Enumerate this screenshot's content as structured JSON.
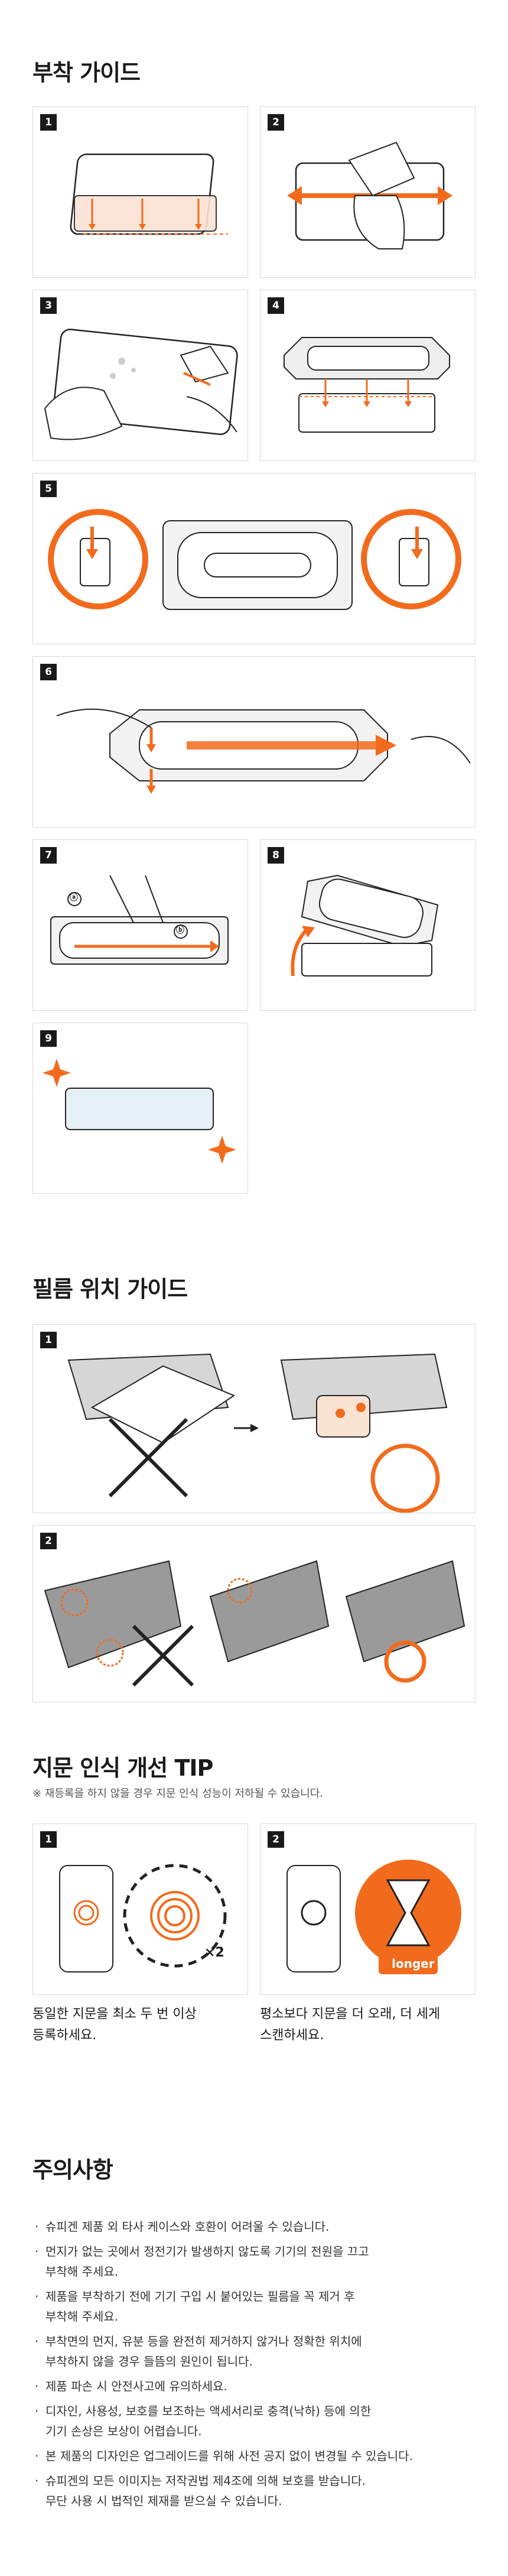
{
  "sections": {
    "attach_title": "부착 가이드",
    "position_title": "필름 위치 가이드",
    "fingerprint_title": "지문 인식 개선 TIP",
    "fingerprint_note": "※ 재등록을 하지 않을 경우 지문 인식 성능이 저하될 수 있습니다.",
    "caution_title": "주의사항"
  },
  "attach_steps": [
    "1",
    "2",
    "3",
    "4",
    "5",
    "6",
    "7",
    "8",
    "9"
  ],
  "step7_labels": {
    "a": "ⓐ",
    "b": "ⓑ"
  },
  "position_steps": [
    "1",
    "2"
  ],
  "fingerprint_steps": [
    "1",
    "2"
  ],
  "fingerprint_badges": {
    "x2": "×2",
    "longer": "longer"
  },
  "fingerprint_captions": [
    "동일한 지문을 최소 두 번 이상\n등록하세요.",
    "평소보다 지문을 더 오래, 더 세게\n스캔하세요."
  ],
  "cautions": [
    "슈피겐 제품 외 타사 케이스와 호환이 어려울 수 있습니다.",
    "먼지가 없는 곳에서 정전기가 발생하지 않도록 기기의 전원을 끄고\n부착해 주세요.",
    "제품을 부착하기 전에 기기 구입 시 붙어있는 필름을 꼭 제거 후\n부착해 주세요.",
    "부착면의 먼지, 유분 등을 완전히 제거하지 않거나 정확한 위치에\n부착하지 않을 경우 들뜸의 원인이 됩니다.",
    "제품 파손 시 안전사고에 유의하세요.",
    "디자인, 사용성, 보호를 보조하는 액세서리로 충격(낙하) 등에 의한\n기기 손상은 보상이 어렵습니다.",
    "본 제품의 디자인은 업그레이드를 위해 사전 공지 없이 변경될 수 있습니다.",
    "슈피겐의 모든 이미지는 저작권법 제4조에 의해 보호를 받습니다.\n무단 사용 시 법적인 제재를 받으실 수 있습니다."
  ],
  "colors": {
    "accent": "#f26b1d",
    "ink": "#1a1a1a",
    "border": "#d9d9d9"
  }
}
